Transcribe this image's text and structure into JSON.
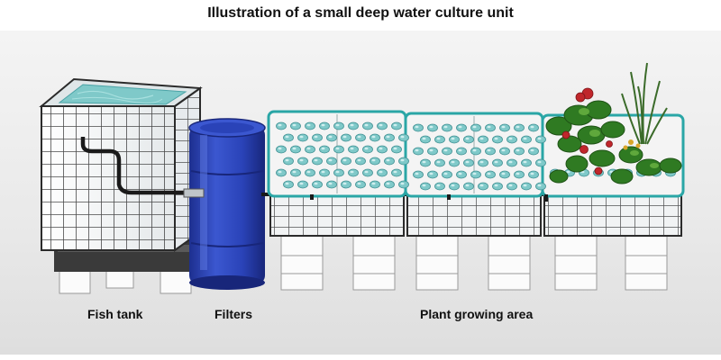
{
  "title": "Illustration of a small deep water culture unit",
  "labels": {
    "fish_tank": "Fish tank",
    "filters": "Filters",
    "plant_area": "Plant growing area"
  },
  "colors": {
    "water": "#7fc9c9",
    "barrel": "#2a43b8",
    "raft": "#f2f2f2",
    "raft_border": "#2aa6a6",
    "frame": "#2b2b2b",
    "block": "#fafafa",
    "plant_green": "#2f7a22",
    "tomato_red": "#c0262b"
  }
}
